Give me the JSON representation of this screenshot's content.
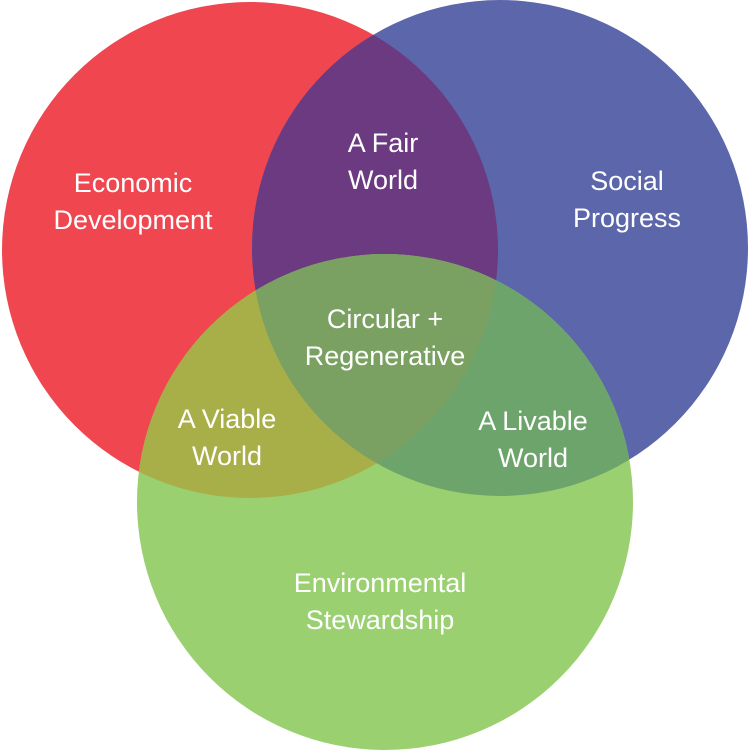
{
  "colors": {
    "economic": "#ef4650",
    "social": "#5c66aa",
    "environmental": "#9bd070",
    "economic_social": "#6c3a80",
    "economic_environmental": "#a8ae48",
    "social_environmental": "#6da46c",
    "center": "#7aa162",
    "label_text": "#ffffff"
  },
  "circles": {
    "economic": {
      "line1": "Economic",
      "line2": "Development"
    },
    "social": {
      "line1": "Social",
      "line2": "Progress"
    },
    "environmental": {
      "line1": "Environmental",
      "line2": "Stewardship"
    }
  },
  "overlaps": {
    "economic_social": {
      "line1": "A Fair",
      "line2": "World"
    },
    "economic_environmental": {
      "line1": "A Viable",
      "line2": "World"
    },
    "social_environmental": {
      "line1": "A Livable",
      "line2": "World"
    },
    "center": {
      "line1": "Circular +",
      "line2": "Regenerative"
    }
  }
}
